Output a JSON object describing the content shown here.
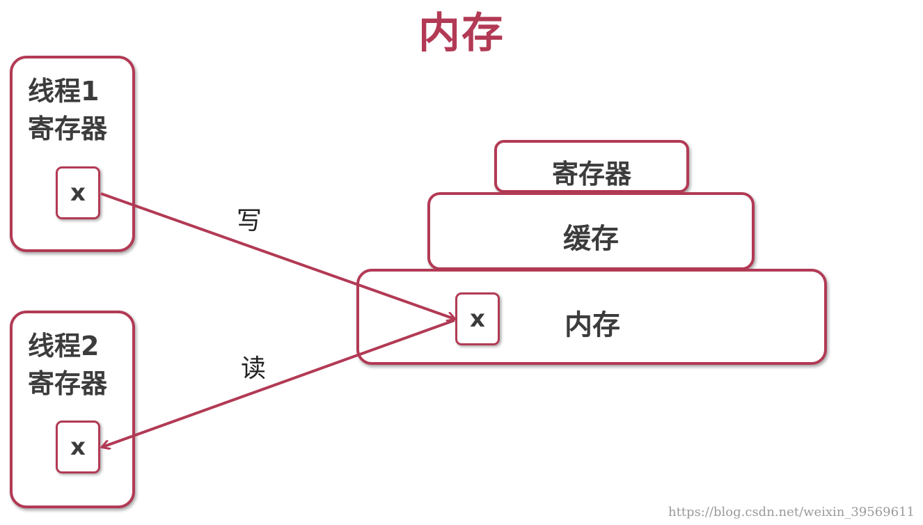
{
  "title": "内存",
  "threads": [
    {
      "label_line1": "线程1",
      "label_line2": "寄存器",
      "var": "x"
    },
    {
      "label_line1": "线程2",
      "label_line2": "寄存器",
      "var": "x"
    }
  ],
  "hierarchy": {
    "register": "寄存器",
    "cache": "缓存",
    "memory": "内存",
    "memory_var": "x"
  },
  "operations": {
    "write": "写",
    "read": "读"
  },
  "colors": {
    "accent": "#b23a55",
    "text": "#3c3c3c"
  },
  "watermark": "https://blog.csdn.net/weixin_39569611"
}
